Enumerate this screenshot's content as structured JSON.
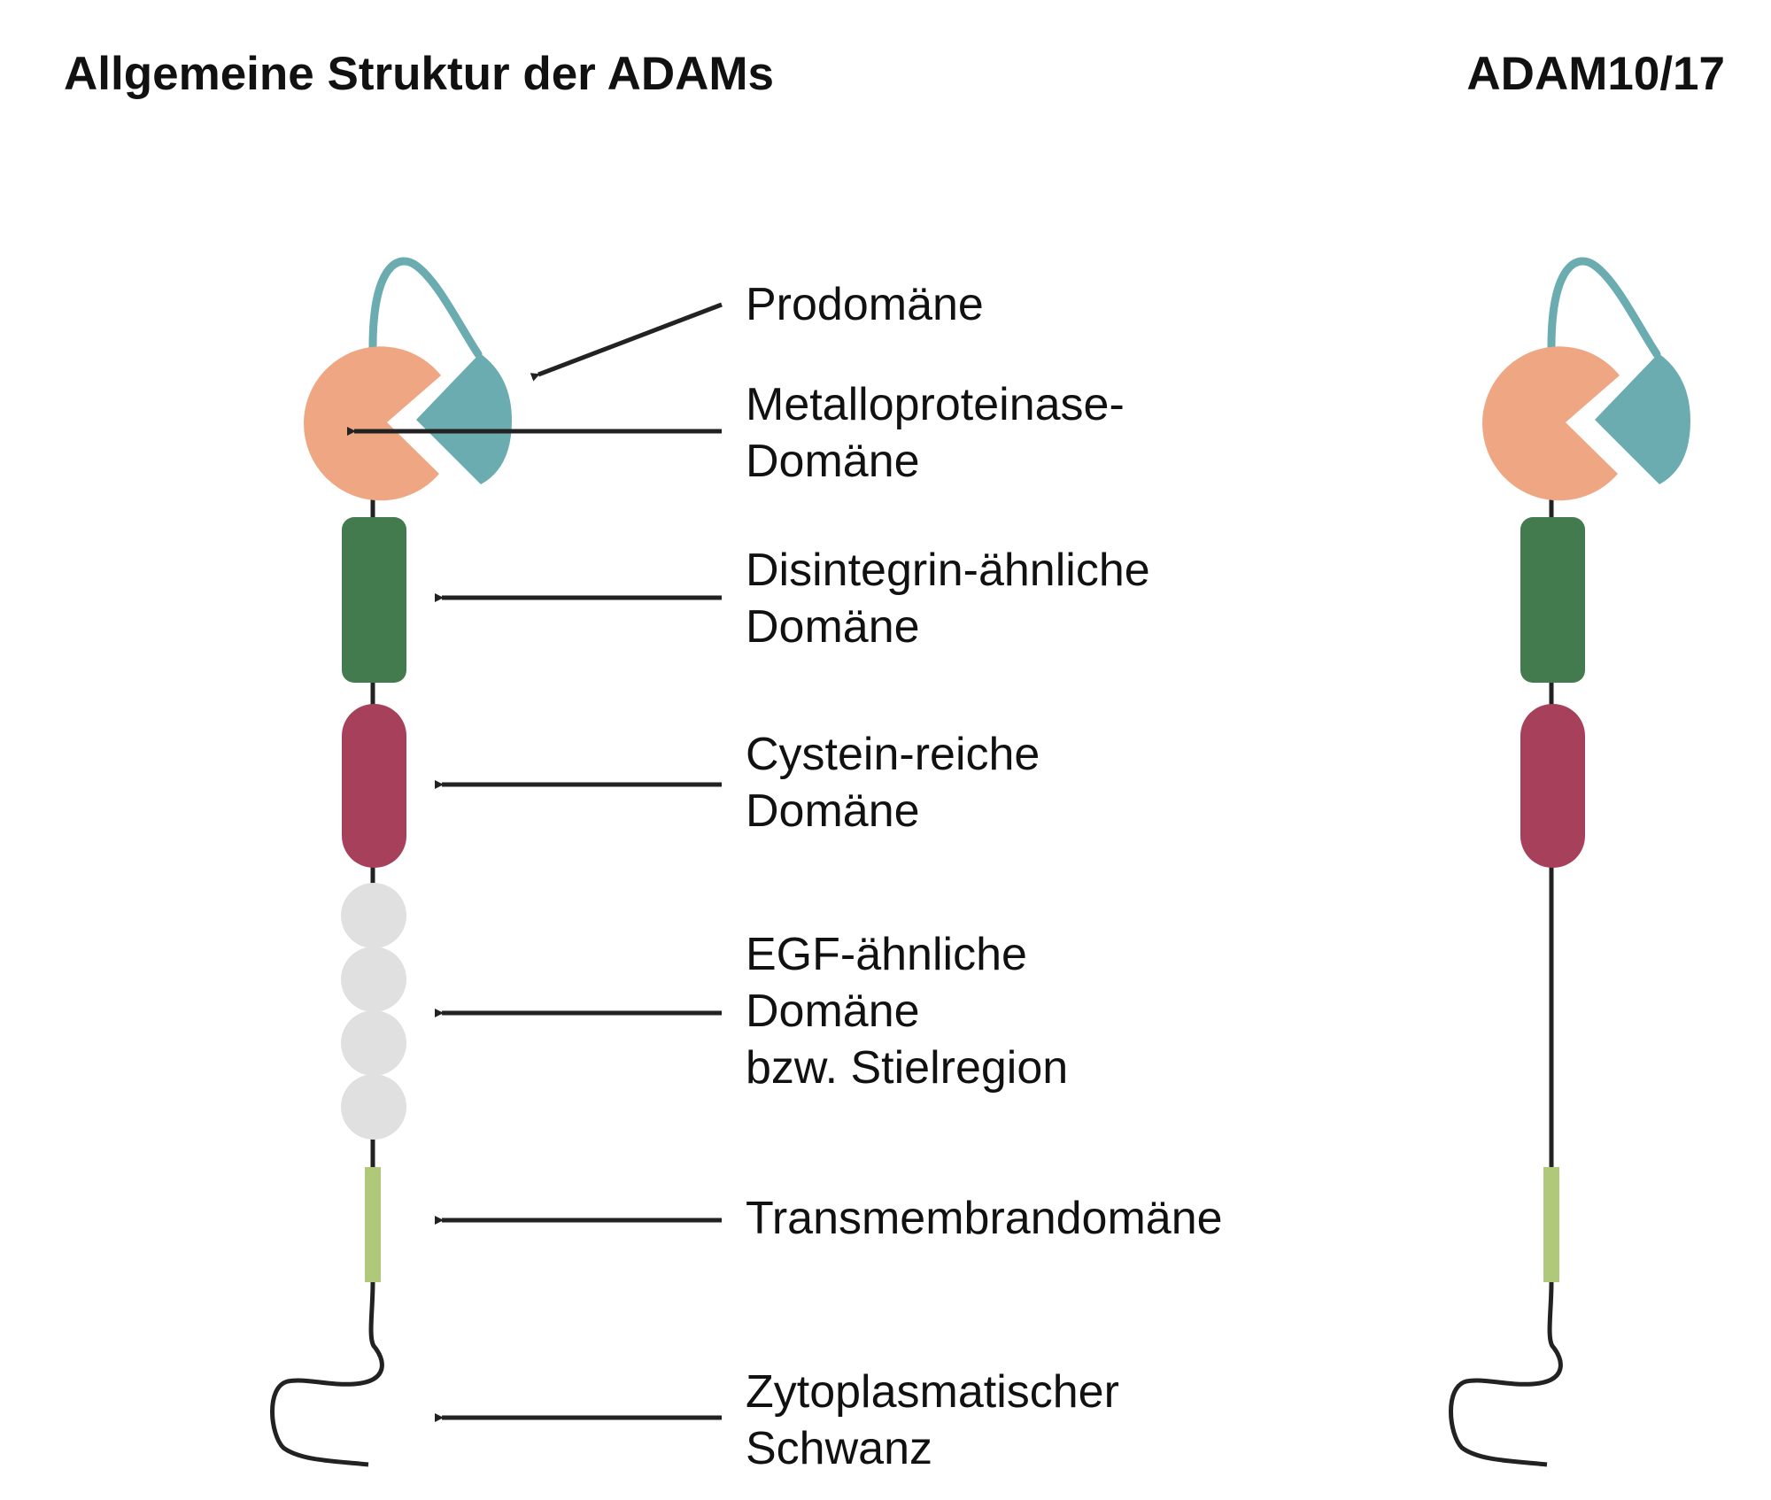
{
  "titles": {
    "left": "Allgemeine Struktur der ADAMs",
    "right": "ADAM10/17"
  },
  "labels": {
    "prodomain": [
      "Prodomäne"
    ],
    "metalloproteinase": [
      "Metalloproteinase-",
      "Domäne"
    ],
    "disintegrin": [
      "Disintegrin-ähnliche",
      "Domäne"
    ],
    "cysteine": [
      "Cystein-reiche",
      "Domäne"
    ],
    "egf": [
      "EGF-ähnliche",
      "Domäne",
      "bzw. Stielregion"
    ],
    "transmembrane": [
      "Transmembrandomäne"
    ],
    "cytoplasmic": [
      "Zytoplasmatischer",
      "Schwanz"
    ]
  },
  "colors": {
    "prodomain": "#6aacb0",
    "metalloproteinase": "#efa783",
    "disintegrin": "#437b4f",
    "cysteine": "#a7405a",
    "egf": "#e0e0e0",
    "transmembrane": "#afc879",
    "line": "#222222"
  }
}
